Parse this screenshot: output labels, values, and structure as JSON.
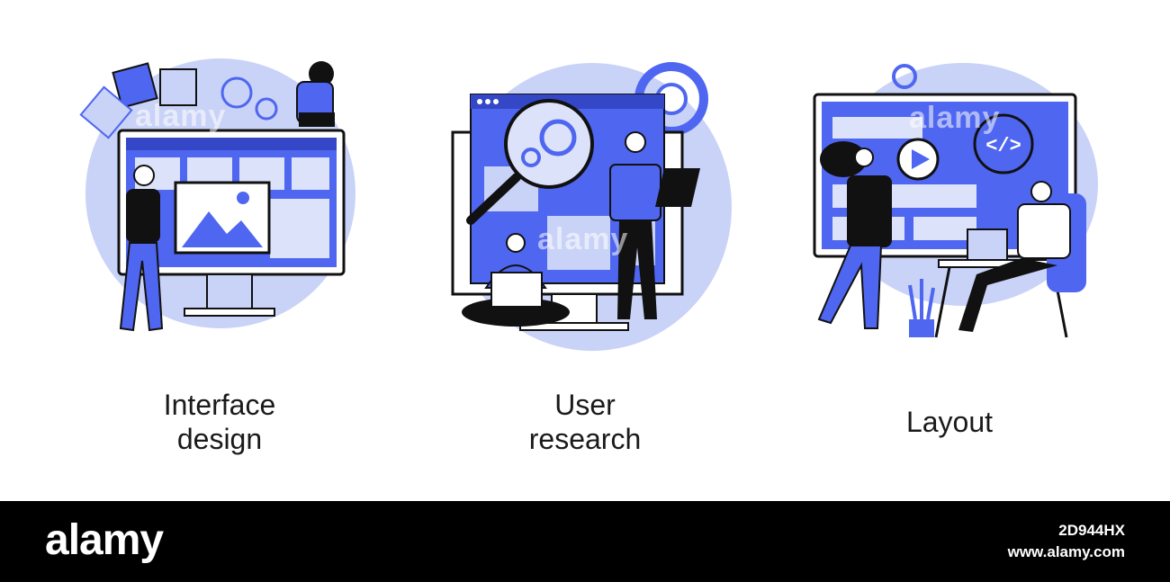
{
  "panels": [
    {
      "title_line1": "Interface",
      "title_line2": "design",
      "icon": "interface-design-illustration"
    },
    {
      "title_line1": "User",
      "title_line2": "research",
      "icon": "user-research-illustration"
    },
    {
      "title_line1": "Layout",
      "title_line2": "",
      "icon": "layout-illustration"
    }
  ],
  "watermark": "alamy",
  "footer": {
    "brand": "alamy",
    "image_id": "2D944HX",
    "site": "www.alamy.com"
  },
  "colors": {
    "accent": "#4F66F0",
    "light_blue": "#C9D2F7",
    "pale_blue": "#DCE2FA",
    "ink": "#111111",
    "footer_bg": "#000000"
  }
}
